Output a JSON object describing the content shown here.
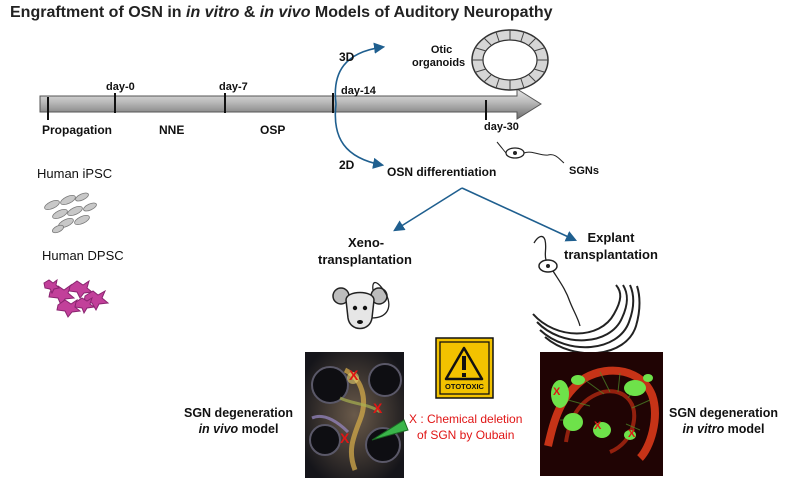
{
  "title_parts": {
    "p1": "Engraftment of OSN in ",
    "p2": "in vitro",
    "p3": " & ",
    "p4": "in vivo",
    "p5": " Models of Auditory Neuropathy"
  },
  "timeline": {
    "day0": "day-0",
    "day7": "day-7",
    "day14": "day-14",
    "day30": "day-30",
    "propagation": "Propagation",
    "nne": "NNE",
    "osp": "OSP"
  },
  "branches": {
    "three_d": "3D",
    "two_d": "2D",
    "otic_line1": "Otic",
    "otic_line2": "organoids",
    "osn_differentiation": "OSN differentiation",
    "sgns": "SGNs"
  },
  "cells": {
    "ipsc": "Human iPSC",
    "dpsc": "Human DPSC"
  },
  "routes": {
    "xeno_line1": "Xeno-",
    "xeno_line2": "transplantation",
    "explant_line1": "Explant",
    "explant_line2": "transplantation"
  },
  "ototoxic": "OTOTOXIC",
  "deletion": {
    "line1": "X : Chemical deletion",
    "line2": "of SGN by Oubain"
  },
  "in_vivo_caption": {
    "line1": "SGN degeneration",
    "line2_italic": "in vivo",
    "line2_rest": " model"
  },
  "in_vitro_caption": {
    "line1": "SGN degeneration",
    "line2_italic": "in vitro",
    "line2_rest": " model"
  },
  "x_mark": "X",
  "colors": {
    "arrow_blue": "#1f5f8f",
    "deletion_red": "#e01515",
    "cell_pink": "#c2409a",
    "ototoxic_yellow": "#f2c200"
  }
}
